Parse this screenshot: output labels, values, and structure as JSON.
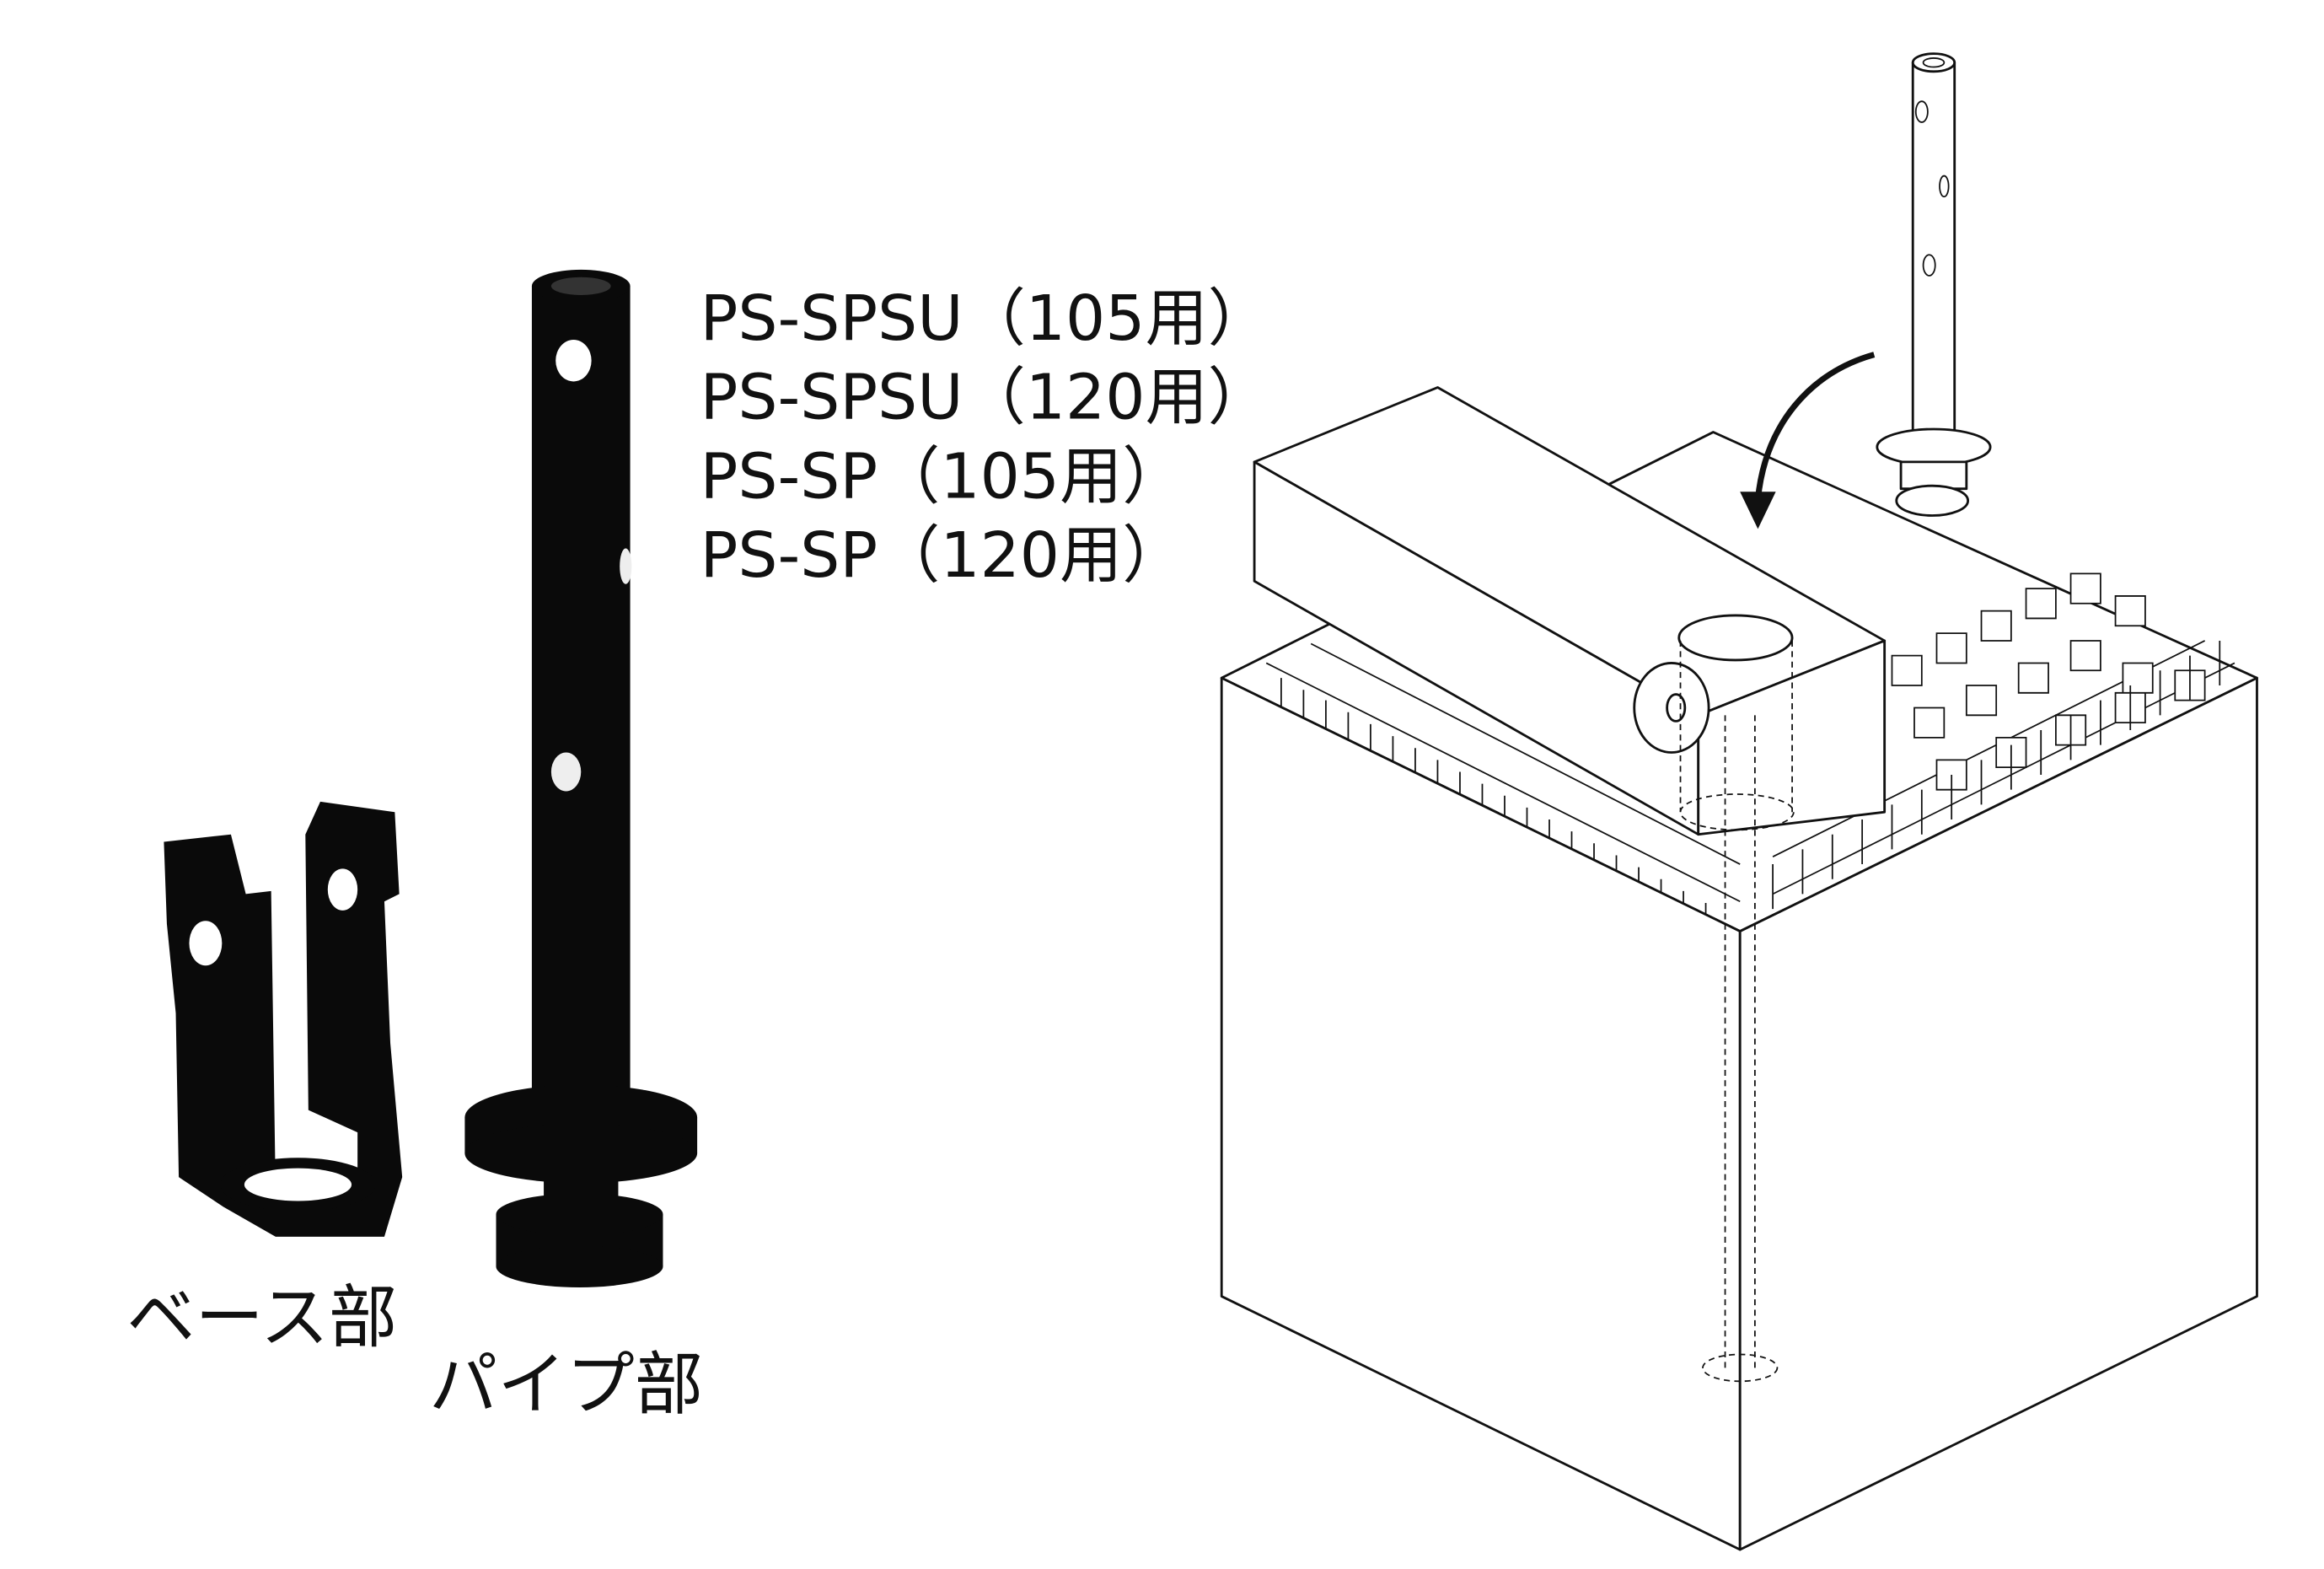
{
  "models": [
    "PS-SPSU（105用）",
    "PS-SPSU（120用）",
    "PS-SP（105用）",
    "PS-SP（120用）"
  ],
  "parts": {
    "base_label": "ベース部",
    "pipe_label": "パイプ部"
  },
  "colors": {
    "part": "#0a0a0a",
    "line": "#111111",
    "background": "#ffffff"
  }
}
